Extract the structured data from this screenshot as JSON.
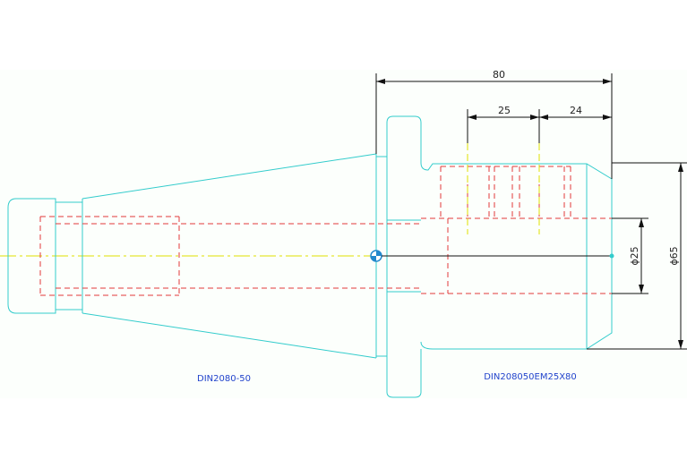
{
  "drawing": {
    "background": "#fcfffc",
    "colors": {
      "outline": "#33cccc",
      "hidden": "#e23a3a",
      "centerline": "#e0e000",
      "dimension": "#111111",
      "label": "#2244cc"
    },
    "labels": {
      "left_part": "DIN2080-50",
      "right_part": "DIN208050EM25X80"
    },
    "dimensions": {
      "overall_length": "80",
      "segment_a": "25",
      "segment_b": "24",
      "bore_diameter": "ϕ25",
      "outer_diameter": "ϕ65"
    }
  }
}
